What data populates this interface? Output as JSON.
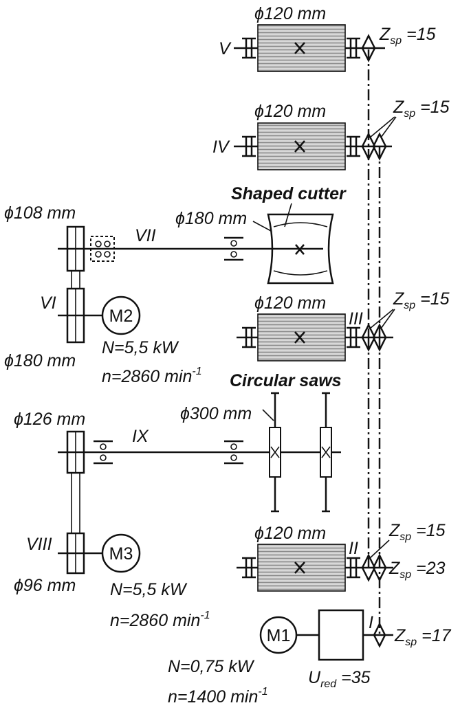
{
  "shafts": {
    "I": "I",
    "II": "II",
    "III": "III",
    "IV": "IV",
    "V": "V",
    "VI": "VI",
    "VII": "VII",
    "VIII": "VIII",
    "IX": "IX"
  },
  "rollers": {
    "d_V": "ϕ120 mm",
    "d_IV": "ϕ120 mm",
    "d_III": "ϕ120 mm",
    "d_II": "ϕ120 mm"
  },
  "sprockets": {
    "z_V_main": "Z",
    "z_V_sub": "sp",
    "z_V_val": " =15",
    "z_IV_main": "Z",
    "z_IV_sub": "sp",
    "z_IV_val": " =15",
    "z_III_main": "Z",
    "z_III_sub": "sp",
    "z_III_val": " =15",
    "z_II_a_main": "Z",
    "z_II_a_sub": "sp",
    "z_II_a_val": " =15",
    "z_II_b_main": "Z",
    "z_II_b_sub": "sp",
    "z_II_b_val": " =23",
    "z_I_main": "Z",
    "z_I_sub": "sp",
    "z_I_val": " =17"
  },
  "cutter": {
    "title": "Shaped cutter",
    "diameter": "ϕ180 mm",
    "pulley_VII": "ϕ108 mm",
    "pulley_VI": "ϕ180 mm"
  },
  "saws": {
    "title": "Circular saws",
    "diameter": "ϕ300 mm",
    "pulley_IX": "ϕ126 mm",
    "pulley_VIII": "ϕ96 mm"
  },
  "motors": {
    "M1": {
      "label": "M1",
      "power": "N=0,75 kW",
      "speed_main": "n=1400 min",
      "speed_exp": "-1"
    },
    "M2": {
      "label": "M2",
      "power": "N=5,5 kW",
      "speed_main": "n=2860 min",
      "speed_exp": "-1"
    },
    "M3": {
      "label": "M3",
      "power": "N=5,5 kW",
      "speed_main": "n=2860 min",
      "speed_exp": "-1"
    }
  },
  "reducer": {
    "u_main": "U",
    "u_sub": "red",
    "u_val": " =35"
  }
}
